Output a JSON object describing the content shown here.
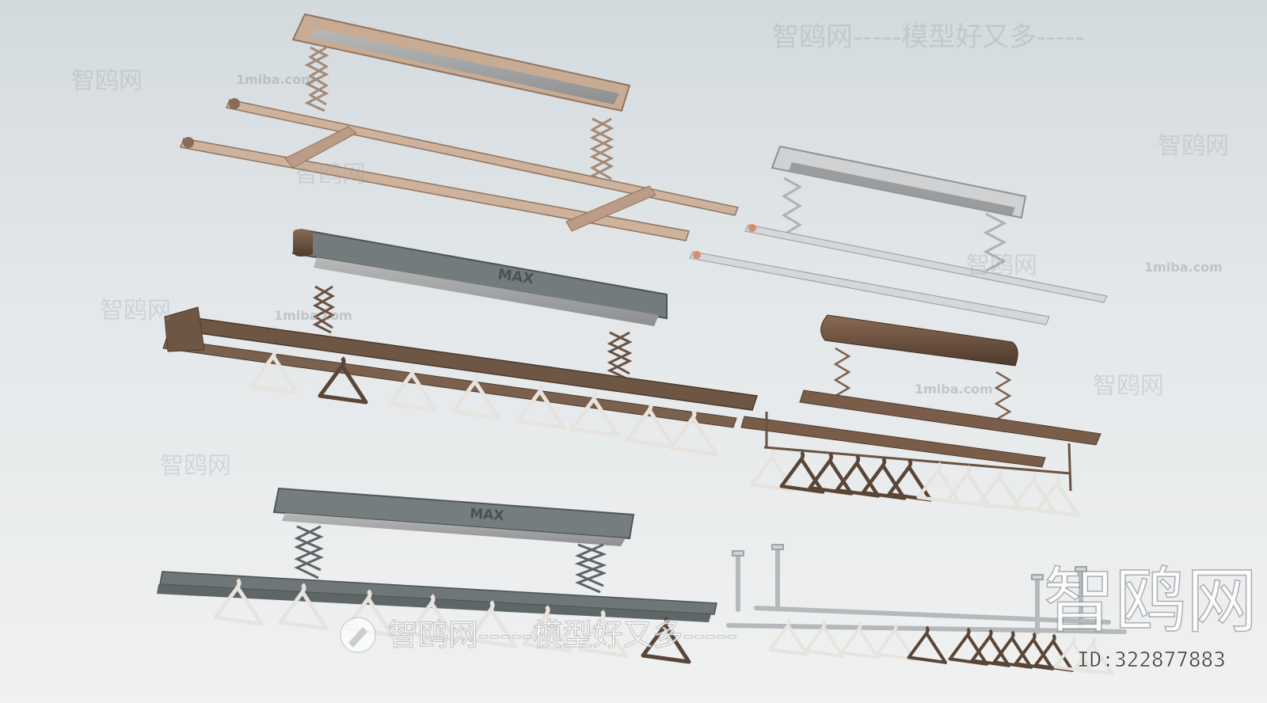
{
  "scene": {
    "products": [
      {
        "label": "",
        "finish": "champagne",
        "hangers": 0
      },
      {
        "label": "MAX",
        "finish": "brown",
        "hangers": 8
      },
      {
        "label": "",
        "finish": "silver",
        "hangers": 0
      },
      {
        "label": "",
        "finish": "dark-brown",
        "hangers": 11
      },
      {
        "label": "MAX",
        "finish": "grey",
        "hangers": 8
      },
      {
        "label": "",
        "finish": "silver-pole-rack",
        "hangers": 12
      }
    ],
    "colors": {
      "champagne": "#c9a88f",
      "brown": "#6e5644",
      "grey": "#6f7678",
      "silver": "#c7c9cb",
      "hanger_light": "#e7e3de",
      "hanger_dark": "#5a4536"
    }
  },
  "watermarks": {
    "top_banner": "智鸥网-----模型好又多-----",
    "brand": "智鸥网",
    "site": "1miba.com",
    "bottom_banner": "智鸥网-----模型好又多-----",
    "big_brand": "智鸥网",
    "id_label": "ID:322877883"
  }
}
